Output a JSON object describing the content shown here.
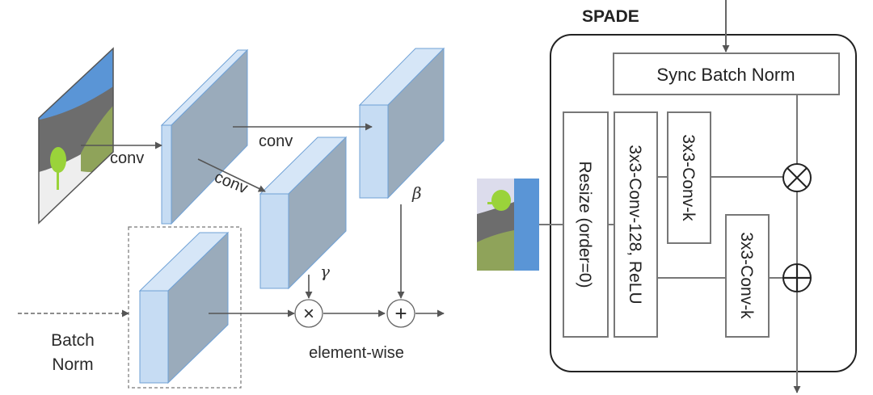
{
  "left_diagram": {
    "conv_labels": [
      "conv",
      "conv",
      "conv"
    ],
    "gamma_symbol": "γ",
    "beta_symbol": "β",
    "input_label_line1": "Batch",
    "input_label_line2": "Norm",
    "elementwise_label": "element-wise",
    "multiply_symbol": "×",
    "add_symbol": "+"
  },
  "spade_block": {
    "title": "SPADE",
    "sync_batch_norm": "Sync Batch Norm",
    "resize": "Resize (order=0)",
    "conv128": "3x3-Conv-128, ReLU",
    "conv_k_gamma": "3x3-Conv-k",
    "conv_k_beta": "3x3-Conv-k",
    "multiply_symbol": "⊗",
    "add_symbol": "⊕"
  },
  "colors": {
    "block_front": "#c6dcf3",
    "block_side": "#9aabbb",
    "block_top": "#d6e6f7",
    "block_edge": "#6fa1d6",
    "sky": "#5a95d6",
    "hill_dark": "#6d6d6d",
    "hill_green": "#8fa35a",
    "tree": "#9ad33a"
  }
}
